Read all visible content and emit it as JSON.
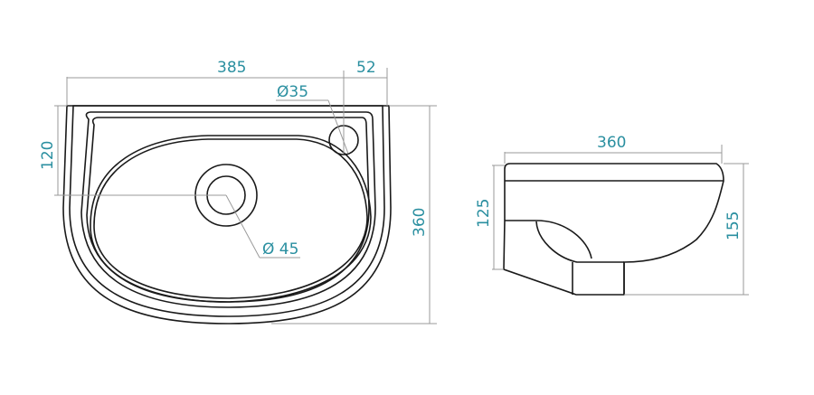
{
  "colors": {
    "outline": "#1a1a1a",
    "dimension_line": "#9a9a9a",
    "dimension_text": "#2a8fa0",
    "background": "#ffffff"
  },
  "top_view": {
    "dimensions": {
      "overall_width": "385",
      "tap_hole_offset": "52",
      "tap_hole_diameter": "Ø35",
      "drain_offset": "120",
      "drain_diameter": "Ø 45",
      "overall_depth": "360"
    }
  },
  "side_view": {
    "dimensions": {
      "depth": "360",
      "bowl_height": "125",
      "total_height": "155"
    }
  }
}
